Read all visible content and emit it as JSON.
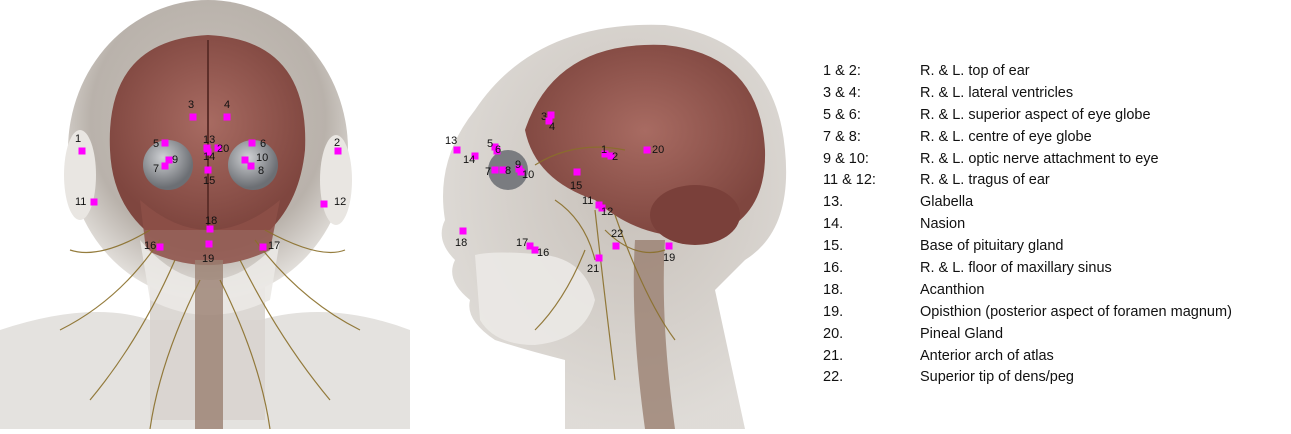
{
  "colors": {
    "marker": "#ff00ff",
    "head_shell": "#d9d4cf",
    "brain": "#9b5a52",
    "nerve": "#8a6f2a",
    "bone": "#e8e6e2"
  },
  "front_view": {
    "labels": [
      "1",
      "2",
      "3",
      "4",
      "5",
      "6",
      "7",
      "8",
      "9",
      "10",
      "11",
      "12",
      "13",
      "14",
      "15",
      "16",
      "17",
      "18",
      "19",
      "20"
    ]
  },
  "side_view": {
    "labels": [
      "1",
      "2",
      "3",
      "4",
      "5",
      "6",
      "7",
      "8",
      "9",
      "10",
      "11",
      "12",
      "13",
      "14",
      "15",
      "16",
      "17",
      "18",
      "19",
      "20",
      "21",
      "22"
    ]
  },
  "legend": [
    {
      "num": "1 & 2:",
      "desc": "R. & L. top of ear"
    },
    {
      "num": "3 & 4:",
      "desc": "R. & L. lateral ventricles"
    },
    {
      "num": "5 & 6:",
      "desc": "R. & L. superior aspect of eye globe"
    },
    {
      "num": "7 & 8:",
      "desc": "R. & L. centre of eye globe"
    },
    {
      "num": "9 & 10:",
      "desc": "R. & L. optic nerve attachment to eye"
    },
    {
      "num": "11 & 12:",
      "desc": "R. & L. tragus of ear"
    },
    {
      "num": "13.",
      "desc": "Glabella"
    },
    {
      "num": "14.",
      "desc": "Nasion"
    },
    {
      "num": "15.",
      "desc": "Base of pituitary gland"
    },
    {
      "num": "16.",
      "desc": "R. & L. floor of maxillary sinus"
    },
    {
      "num": "18.",
      "desc": "Acanthion"
    },
    {
      "num": "19.",
      "desc": "Opisthion (posterior aspect of foramen magnum)"
    },
    {
      "num": "20.",
      "desc": "Pineal Gland"
    },
    {
      "num": "21.",
      "desc": "Anterior arch of atlas"
    },
    {
      "num": "22.",
      "desc": "Superior tip of dens/peg"
    }
  ]
}
